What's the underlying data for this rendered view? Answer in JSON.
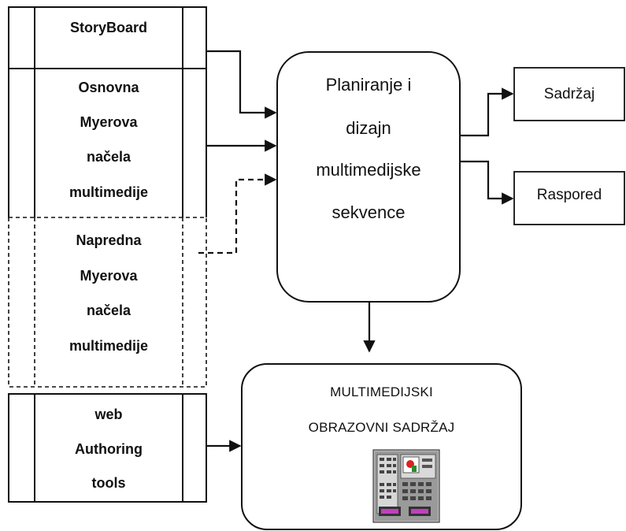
{
  "left_stack": {
    "storyboard": "StoryBoard",
    "basic_principles": [
      "Osnovna",
      "Myerova",
      "načela",
      "multimedije"
    ],
    "advanced_principles": [
      "Napredna",
      "Myerova",
      "načela",
      "multimedije"
    ],
    "web_tools": [
      "web",
      "Authoring",
      "tools"
    ]
  },
  "center": {
    "planning": [
      "Planiranje i",
      "dizajn",
      "multimedijske",
      "sekvence"
    ]
  },
  "outputs": {
    "content": "Sadržaj",
    "schedule": "Raspored"
  },
  "result": {
    "lines": [
      "MULTIMEDIJSKI",
      "OBRAZOVNI SADRŽAJ"
    ],
    "icon": "control-panel-icon"
  }
}
